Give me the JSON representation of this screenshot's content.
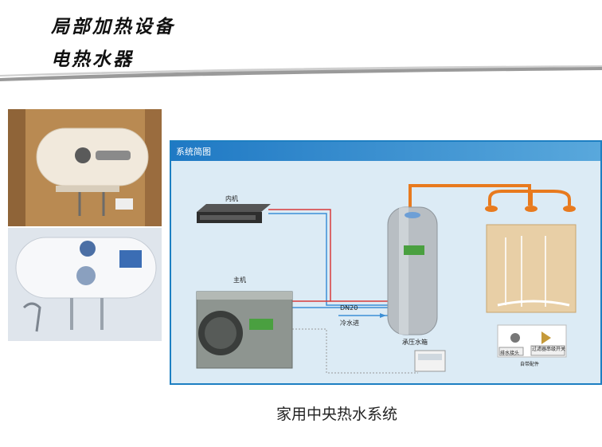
{
  "slide": {
    "title_line1": "局部加热设备",
    "title_line2": "电热水器",
    "caption": "家用中央热水系统"
  },
  "diagram": {
    "title": "系统简图",
    "indoor_unit_label": "内机",
    "main_unit_label": "主机",
    "pipe_size_label": "DN20",
    "cold_water_in_label": "冷水进",
    "tank_label": "承压水箱",
    "accessories_label": "自带配件",
    "accessory_1_label": "排水接头",
    "accessory_2_label": "过滤器串级开关"
  },
  "colors": {
    "header_blue": "#1f79c4",
    "hot_pipe": "#e87a1e",
    "red_pipe": "#d83b3b",
    "blue_pipe": "#3c8fd6",
    "panel_bg": "#dcebf5"
  }
}
